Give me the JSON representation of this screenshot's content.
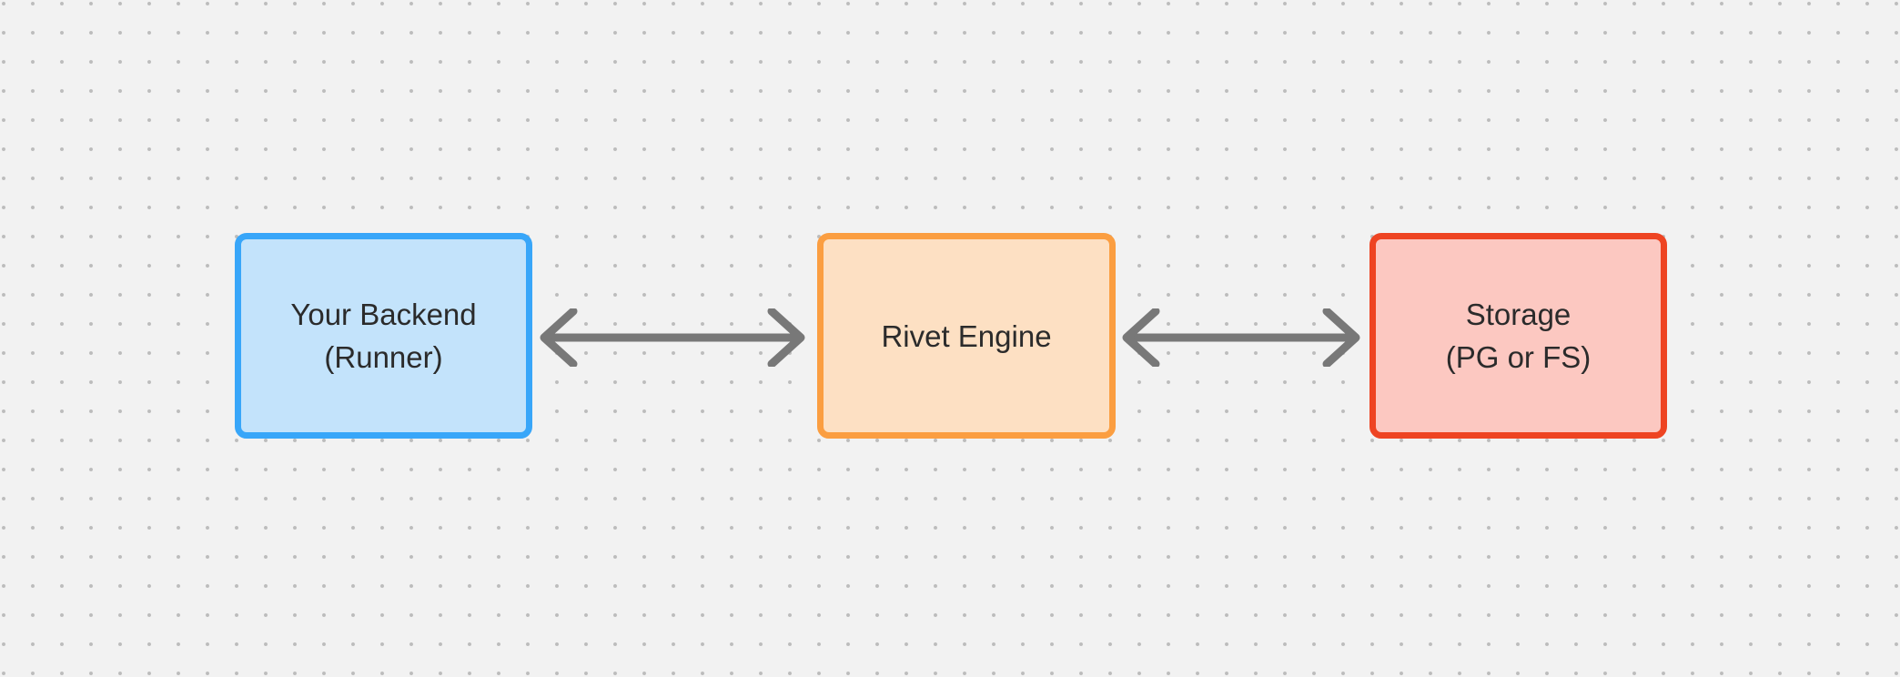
{
  "canvas": {
    "background_color": "#f2f2f2",
    "dot_grid_color": "#bcbcbc"
  },
  "diagram": {
    "text_color": "#2b2b2b",
    "nodes": [
      {
        "id": "your-backend",
        "label_line1": "Your Backend",
        "label_line2": "(Runner)",
        "border_color": "#38a6f9",
        "fill_color": "#c3e3fb"
      },
      {
        "id": "rivet-engine",
        "label_line1": "Rivet Engine",
        "label_line2": "",
        "border_color": "#fb9e41",
        "fill_color": "#fde0c3"
      },
      {
        "id": "storage",
        "label_line1": "Storage",
        "label_line2": "(PG or FS)",
        "border_color": "#ee4422",
        "fill_color": "#fcc8c1"
      }
    ],
    "edges": [
      {
        "from": "your-backend",
        "to": "rivet-engine",
        "style": "double-headed-arrow",
        "color": "#787878"
      },
      {
        "from": "rivet-engine",
        "to": "storage",
        "style": "double-headed-arrow",
        "color": "#787878"
      }
    ]
  }
}
